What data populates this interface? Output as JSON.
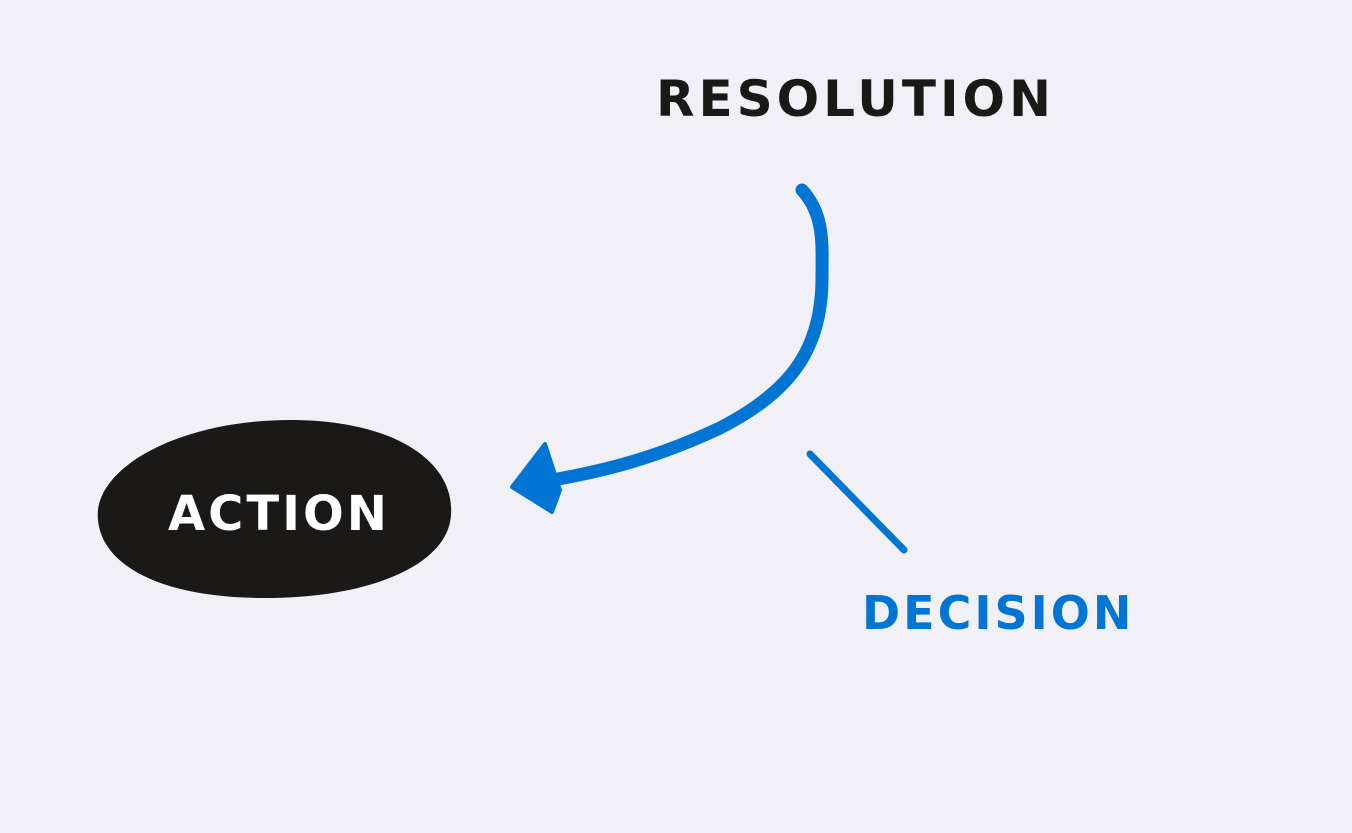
{
  "diagram": {
    "nodes": {
      "resolution": {
        "label": "RESOLUTION"
      },
      "action": {
        "label": "ACTION"
      },
      "decision": {
        "label": "DECISION"
      }
    },
    "edges": [
      {
        "from": "RESOLUTION",
        "to": "ACTION",
        "style": "curved-arrow"
      },
      {
        "from": "DECISION",
        "to": "arrow",
        "style": "connector-line"
      }
    ],
    "colors": {
      "background": "#f1f0f7",
      "accent": "#0075d3",
      "ink": "#1a1918",
      "node_fill": "#1a1918",
      "node_text": "#ffffff"
    }
  }
}
